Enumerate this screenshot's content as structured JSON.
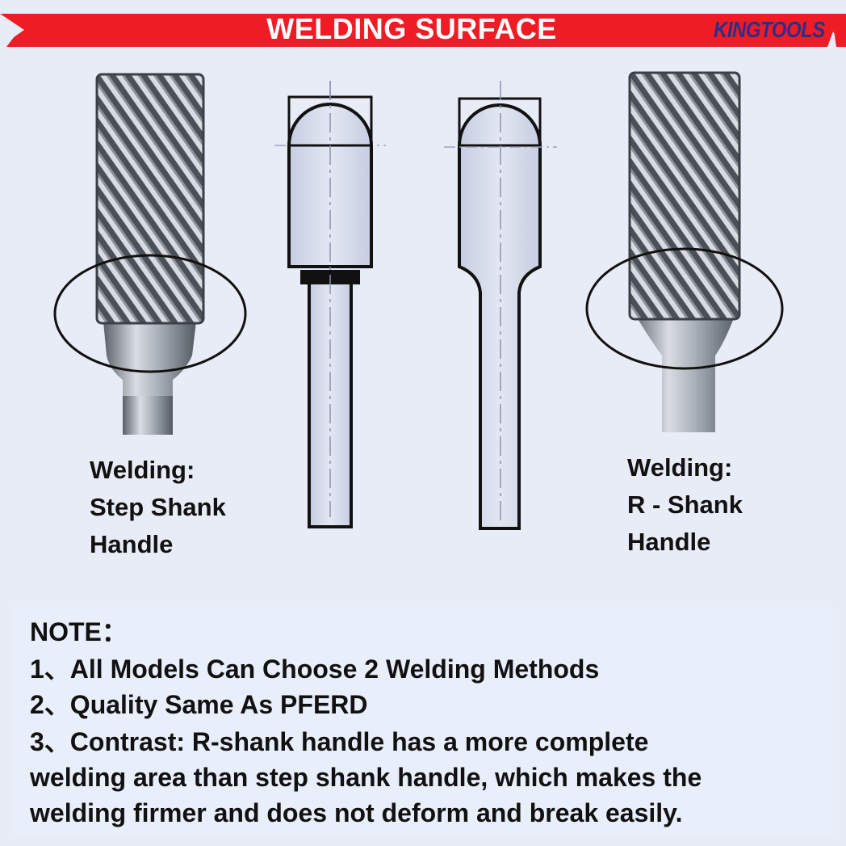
{
  "header": {
    "title": "WELDING SURFACE",
    "brand": "KINGTOOLS",
    "colors": {
      "banner": "#ee1c25",
      "brand_text": "#2a2f8a"
    }
  },
  "illustrations": {
    "left_photo": {
      "alt": "Step shank carbide burr photo"
    },
    "left_diagram": {
      "alt": "Step shank diagram"
    },
    "right_diagram": {
      "alt": "R-shank diagram"
    },
    "right_photo": {
      "alt": "R-shank carbide burr photo"
    }
  },
  "captions": {
    "left": [
      "Welding:",
      "Step Shank",
      "Handle"
    ],
    "right": [
      "Welding:",
      "R - Shank",
      "Handle"
    ]
  },
  "note": {
    "heading": "NOTE：",
    "lines": [
      "1、All Models Can Choose 2 Welding Methods",
      "2、Quality Same As PFERD",
      "3、Contrast: R-shank handle has a more complete",
      "welding area than step shank handle, which makes the",
      "welding firmer and does not deform and break easily."
    ]
  }
}
